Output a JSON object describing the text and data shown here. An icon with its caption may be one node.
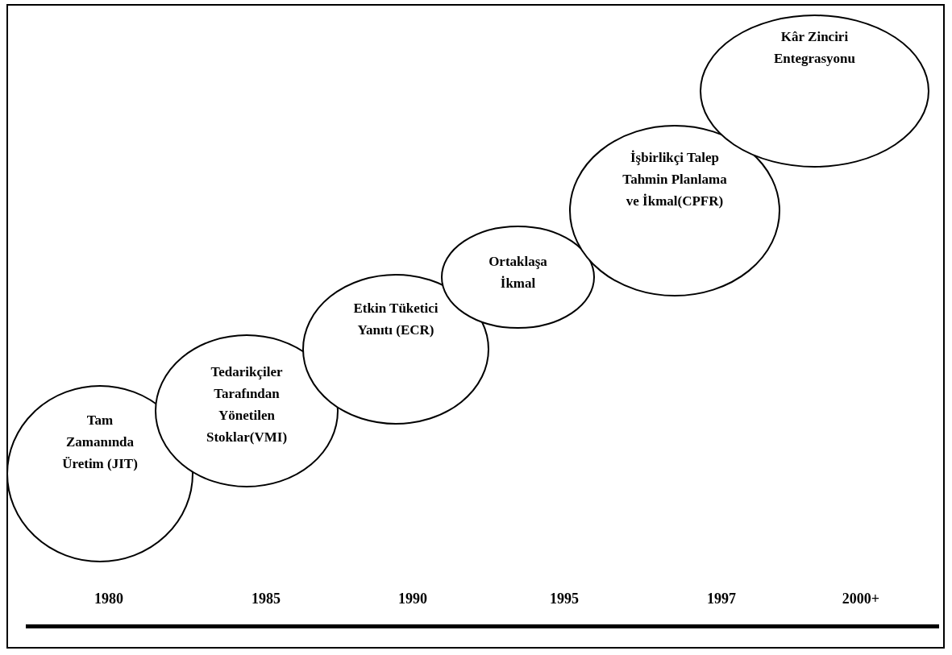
{
  "diagram": {
    "nodes": [
      {
        "text": [
          "Tam Zamanında Üretim (JIT)"
        ]
      },
      {
        "text": [
          "Tedarikçiler Tarafından Yönetilen Stoklar(VMI)"
        ]
      },
      {
        "text": [
          "Etkin Tüketici Yanıtı (ECR)"
        ]
      },
      {
        "text": [
          "Ortaklaşa İkmal"
        ]
      },
      {
        "text": [
          "İşbirlikçi Talep Tahmin Planlama ve İkmal(CPFR)"
        ]
      },
      {
        "text": [
          "Kâr Zinciri Entegrasyonu"
        ]
      }
    ],
    "labels": [
      "1980",
      "1985",
      "1990",
      "1995",
      "1997",
      "2000+"
    ]
  }
}
